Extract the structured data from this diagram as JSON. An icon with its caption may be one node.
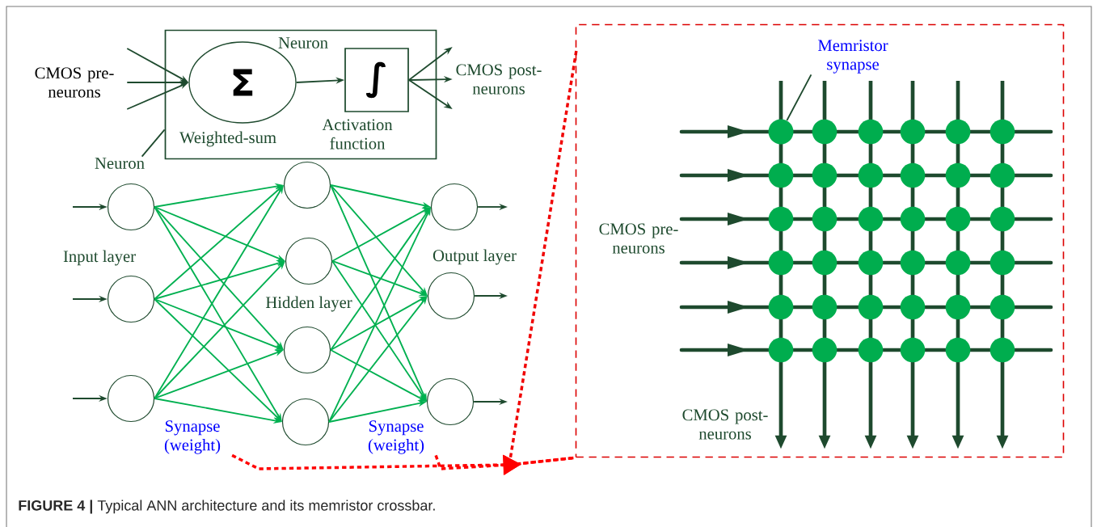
{
  "diagram": {
    "caption": "**FIGURE 4 |** Typical ANN architecture and its memristor crossbar.",
    "nodes": [
      {
        "text": [
          "Neuron"
        ]
      },
      {
        "text": [
          "Σ"
        ],
        "beside": [
          "Weighted-sum"
        ],
        "in": 0
      },
      {
        "text": [
          "∫"
        ],
        "beside": [
          "Activation function"
        ],
        "in": 0
      },
      {
        "text": [
          "CMOS pre- neurons"
        ]
      },
      {
        "text": [
          "CMOS post- neurons"
        ]
      },
      {
        "text": [
          "Neuron"
        ]
      },
      {
        "text": [],
        "shape": "circle"
      },
      {
        "text": [],
        "shape": "circle"
      },
      {
        "text": [],
        "shape": "circle"
      },
      {
        "text": [],
        "shape": "circle"
      },
      {
        "text": [],
        "shape": "circle"
      },
      {
        "text": [],
        "shape": "circle"
      },
      {
        "text": [],
        "shape": "circle"
      },
      {
        "text": [],
        "shape": "circle"
      },
      {
        "text": [],
        "shape": "circle"
      },
      {
        "text": [],
        "shape": "circle"
      },
      {
        "text": [
          "Synapse (weight)"
        ]
      },
      {
        "text": [
          "Synapse (weight)"
        ]
      },
      {
        "text": [],
        "shape": "box"
      },
      {
        "text": [
          "Memristor synapse"
        ],
        "in": 18
      },
      {
        "text": [],
        "shape": "circle",
        "in": 18
      }
    ],
    "edges": [
      {
        "from": 3,
        "to": 1,
        "arrow": "to",
        "color": "#1e4a2e"
      },
      {
        "from": 3,
        "to": 1,
        "arrow": "to",
        "color": "#1e4a2e"
      },
      {
        "from": 3,
        "to": 1,
        "arrow": "to",
        "color": "#1e4a2e"
      },
      {
        "from": 1,
        "to": 2,
        "arrow": "to",
        "color": "#1e4a2e"
      },
      {
        "from": 2,
        "to": 4,
        "arrow": "to",
        "color": "#1e4a2e"
      },
      {
        "from": 2,
        "to": 4,
        "arrow": "to",
        "color": "#1e4a2e"
      },
      {
        "from": 2,
        "to": 4,
        "arrow": "to",
        "color": "#1e4a2e"
      },
      {
        "from": 5,
        "to": 0,
        "arrow": "none",
        "color": "#1e4a2e"
      },
      {
        "from": null,
        "to": 6,
        "arrow": "to",
        "color": "#1e4a2e"
      },
      {
        "from": null,
        "to": 7,
        "arrow": "to",
        "color": "#1e4a2e"
      },
      {
        "from": null,
        "to": 8,
        "arrow": "to",
        "color": "#1e4a2e"
      },
      {
        "from": 13,
        "to": null,
        "arrow": "to",
        "color": "#1e4a2e"
      },
      {
        "from": 14,
        "to": null,
        "arrow": "to",
        "color": "#1e4a2e"
      },
      {
        "from": 15,
        "to": null,
        "arrow": "to",
        "color": "#1e4a2e"
      },
      {
        "from": 6,
        "to": 9,
        "arrow": "to",
        "color": "#00b050"
      },
      {
        "from": 6,
        "to": 10,
        "arrow": "to",
        "color": "#00b050"
      },
      {
        "from": 6,
        "to": 11,
        "arrow": "to",
        "color": "#00b050"
      },
      {
        "from": 6,
        "to": 12,
        "arrow": "to",
        "color": "#00b050"
      },
      {
        "from": 7,
        "to": 9,
        "arrow": "to",
        "color": "#00b050"
      },
      {
        "from": 7,
        "to": 10,
        "arrow": "to",
        "color": "#00b050"
      },
      {
        "from": 7,
        "to": 11,
        "arrow": "to",
        "color": "#00b050"
      },
      {
        "from": 7,
        "to": 12,
        "arrow": "to",
        "color": "#00b050"
      },
      {
        "from": 8,
        "to": 9,
        "arrow": "to",
        "color": "#00b050"
      },
      {
        "from": 8,
        "to": 10,
        "arrow": "to",
        "color": "#00b050"
      },
      {
        "from": 8,
        "to": 11,
        "arrow": "to",
        "color": "#00b050"
      },
      {
        "from": 8,
        "to": 12,
        "arrow": "to",
        "color": "#00b050"
      },
      {
        "from": 9,
        "to": 13,
        "arrow": "to",
        "color": "#00b050"
      },
      {
        "from": 9,
        "to": 14,
        "arrow": "to",
        "color": "#00b050"
      },
      {
        "from": 9,
        "to": 15,
        "arrow": "to",
        "color": "#00b050"
      },
      {
        "from": 10,
        "to": 13,
        "arrow": "to",
        "color": "#00b050"
      },
      {
        "from": 10,
        "to": 14,
        "arrow": "to",
        "color": "#00b050"
      },
      {
        "from": 10,
        "to": 15,
        "arrow": "to",
        "color": "#00b050"
      },
      {
        "from": 11,
        "to": 13,
        "arrow": "to",
        "color": "#00b050"
      },
      {
        "from": 11,
        "to": 14,
        "arrow": "to",
        "color": "#00b050"
      },
      {
        "from": 11,
        "to": 15,
        "arrow": "to",
        "color": "#00b050"
      },
      {
        "from": 12,
        "to": 13,
        "arrow": "to",
        "color": "#00b050"
      },
      {
        "from": 12,
        "to": 14,
        "arrow": "to",
        "color": "#00b050"
      },
      {
        "from": 12,
        "to": 15,
        "arrow": "to",
        "color": "#00b050"
      },
      {
        "from": 16,
        "to": 18,
        "arrow": "to",
        "style": "dashed",
        "color": "#ff0000"
      },
      {
        "from": 17,
        "to": 18,
        "arrow": "to",
        "style": "dashed",
        "color": "#ff0000"
      },
      {
        "from": 19,
        "to": 20,
        "arrow": "none",
        "color": "#1e4a2e"
      }
    ],
    "labels": [
      "Input layer",
      "Hidden layer",
      "Output layer",
      "CMOS pre- neurons",
      "CMOS post- neurons"
    ]
  }
}
